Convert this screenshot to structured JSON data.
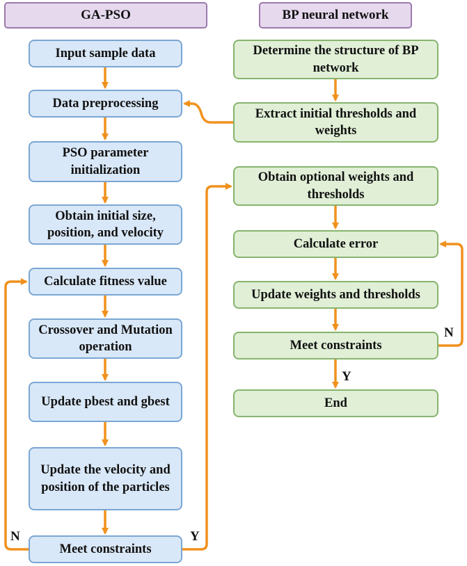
{
  "headers": {
    "left": "GA-PSO",
    "right": "BP neural network"
  },
  "left_steps": [
    "Input sample data",
    "Data preprocessing",
    "PSO parameter initialization",
    "Obtain initial size, position, and velocity",
    "Calculate fitness value",
    "Crossover and Mutation operation",
    "Update pbest and gbest",
    "Update the velocity and position of the particles",
    "Meet constraints"
  ],
  "right_steps": [
    "Determine the structure of BP network",
    "Extract initial thresholds and weights",
    "Obtain optional weights and thresholds",
    "Calculate error",
    "Update weights and thresholds",
    "Meet constraints",
    "End"
  ],
  "labels": {
    "left_no": "N",
    "left_yes": "Y",
    "right_no": "N",
    "right_yes": "Y"
  },
  "colors": {
    "arrow": "#f0911e",
    "blue_fill": "#d9e8f8",
    "blue_border": "#7aa6d3",
    "green_fill": "#e0efd6",
    "green_border": "#86b46e",
    "header_fill": "#e6d9ee",
    "header_border": "#9b79ad"
  }
}
